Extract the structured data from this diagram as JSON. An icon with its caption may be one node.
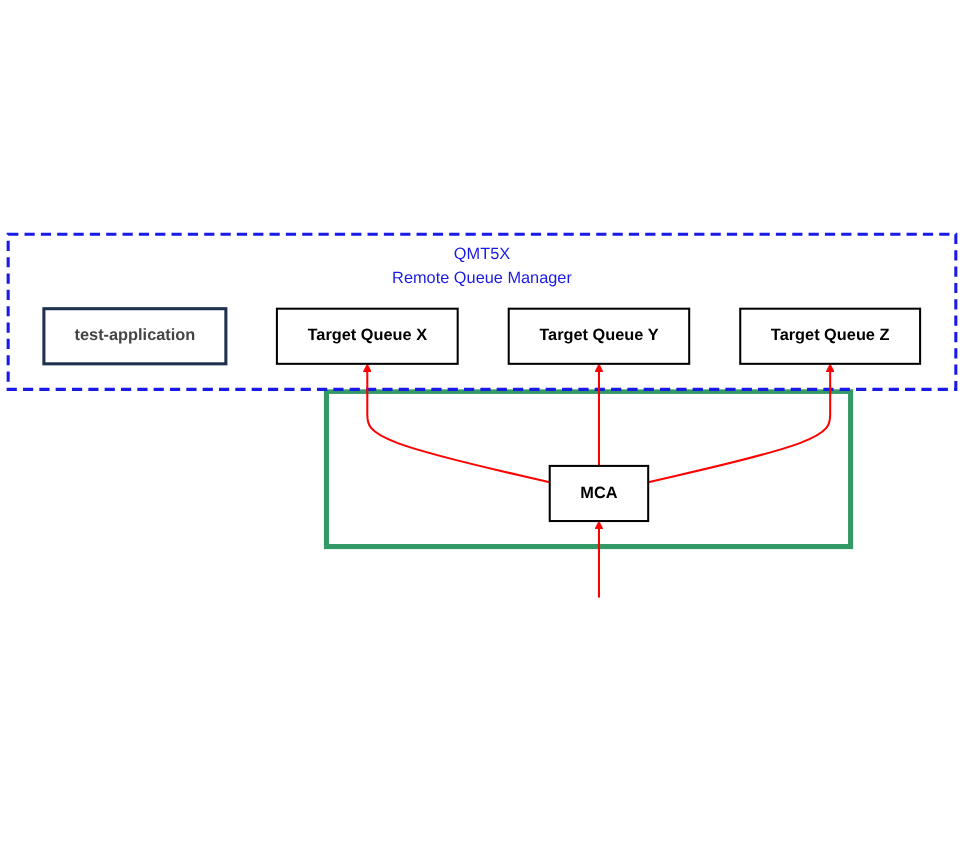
{
  "diagram": {
    "nodes": [
      {
        "text": [
          "QMT5X",
          "Remote Queue Manager"
        ]
      },
      {
        "text": [
          "test-application"
        ],
        "in": 0
      },
      {
        "text": [
          "Target Queue X"
        ],
        "in": 0
      },
      {
        "text": [
          "Target Queue Y"
        ],
        "in": 0
      },
      {
        "text": [
          "Target Queue Z"
        ],
        "in": 0
      },
      {
        "text": [],
        "shape": "box"
      },
      {
        "text": [
          "MCA"
        ],
        "in": 5
      }
    ],
    "edges": [
      {
        "from": null,
        "to": 6,
        "arrow": "to",
        "color": "#ff0000"
      },
      {
        "from": 6,
        "to": 2,
        "arrow": "to",
        "color": "#ff0000"
      },
      {
        "from": 6,
        "to": 3,
        "arrow": "to",
        "color": "#ff0000"
      },
      {
        "from": 6,
        "to": 4,
        "arrow": "to",
        "color": "#ff0000"
      }
    ]
  }
}
